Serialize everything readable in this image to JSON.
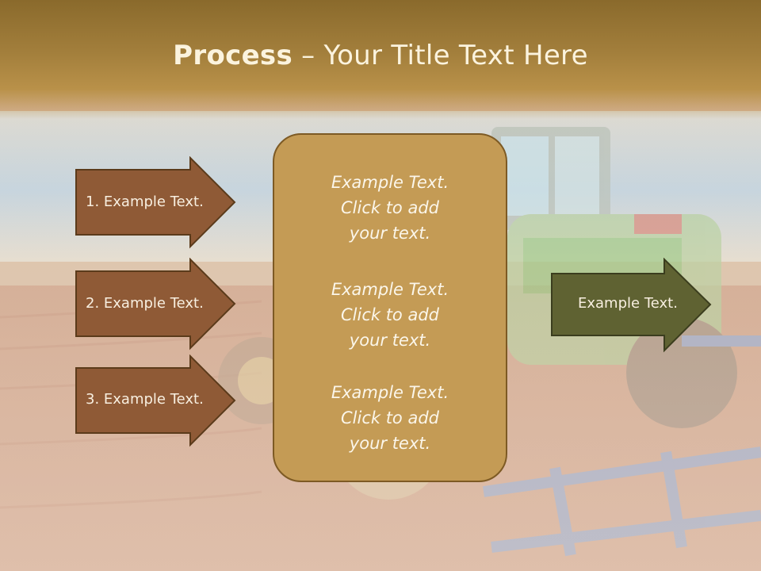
{
  "slide": {
    "title_bold": "Process",
    "title_rest": " – Your Title Text Here"
  },
  "left_arrows": [
    {
      "label": "1. Example Text."
    },
    {
      "label": "2. Example Text."
    },
    {
      "label": "3. Example Text."
    }
  ],
  "center_box": {
    "blocks": [
      {
        "line1": "Example Text.",
        "line2": "Click  to add",
        "line3": "your text."
      },
      {
        "line1": "Example Text.",
        "line2": "Click  to add",
        "line3": "your text."
      },
      {
        "line1": "Example Text.",
        "line2": "Click  to add",
        "line3": "your text."
      }
    ]
  },
  "right_arrow": {
    "label": "Example Text."
  },
  "colors": {
    "title_band": "#a37f3c",
    "left_arrow_fill": "#8f5a36",
    "arrow_border": "#5b3b1b",
    "center_box_fill": "#c49b55",
    "right_arrow_fill": "#5f6232"
  }
}
